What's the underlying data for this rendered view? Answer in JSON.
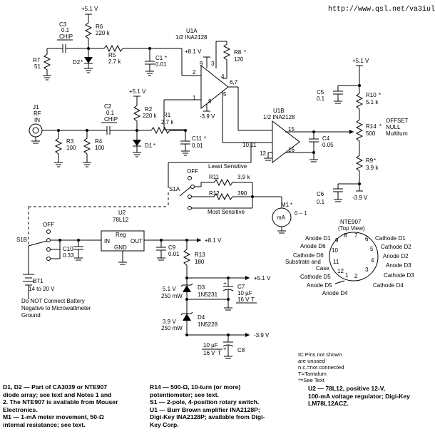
{
  "url": "http://www.qsl.net/va3iul",
  "labels": {
    "v_top": "+5.1 V",
    "r6": "R6",
    "r6v": "220 k",
    "c3": "C3",
    "c3v": "0.1",
    "c3n": "CHIP",
    "r7": "R7",
    "r7v": "51",
    "r5": "R5",
    "r5v": "2.7 k",
    "d2": "D2",
    "c1": "C1",
    "c1v": "0.01",
    "u1a": "U1A",
    "u1av": "1/2 INA2128",
    "v81": "+8.1 V",
    "r8": "R8",
    "r8v": "120",
    "p9": "9",
    "p3": "3",
    "p4": "4",
    "p2": "2",
    "p1": "1",
    "p8": "8",
    "p5": "5",
    "p67": "6,7",
    "vn39a": "-3.9 V",
    "j1": "J1",
    "j1a": "RF",
    "j1b": "IN",
    "c2": "C2",
    "c2v": "0.1",
    "c2n": "CHIP",
    "v51b": "+5.1 V",
    "r2": "R2",
    "r2v": "220 k",
    "r1": "R1",
    "r1v": "2.7 k",
    "r3": "R3",
    "r3v": "100",
    "r4": "R4",
    "r4v": "100",
    "d1": "D1",
    "c11": "C11",
    "c11v": "0.01",
    "u1b": "U1B",
    "u1bv": "1/2 INA2128",
    "p1011": "10,11",
    "p12": "12",
    "p15": "15",
    "p16": "16",
    "c4": "C4",
    "c4v": "0.05",
    "v51c": "+5.1 V",
    "c5": "C5",
    "c5v": "0.1",
    "r10": "R10",
    "r10v": "5.1 k",
    "r14": "R14",
    "r14v": "500",
    "offset1": "OFFSET",
    "offset2": "NULL",
    "offset3": "Multiturn",
    "r9": "R9",
    "r9v": "3.9 k",
    "c6": "C6",
    "c6v": "0.1",
    "vn39b": "-3.9 V",
    "off1": "OFF",
    "least": "Least Sensitive",
    "r11": "R11",
    "r11v": "3.9 k",
    "r12": "R12",
    "r12v": "390",
    "most": "Most Sensitive",
    "s1a": "S1A",
    "m1": "M1",
    "m1v": "0 – 1",
    "ma": "mA",
    "nte": "NTE907",
    "top": "(Top View)",
    "pins": {
      "anodeD1": "Anode D1",
      "cathodeD1": "Cathode D1",
      "anodeD6": "Anode D6",
      "cathodeD2": "Cathode D2",
      "cathodeD6a": "Cathode D6",
      "cathodeD6b": "Substrate and",
      "cathodeD6c": "Case",
      "anodeD2": "Anode D2",
      "anodeD3": "Anode D3",
      "cathodeD5": "Cathode D5",
      "cathodeD3": "Cathode D3",
      "anodeD5": "Anode D5",
      "anodeD4": "Anode D4",
      "cathodeD4": "Cathode D4",
      "n1": "1",
      "n2": "2",
      "n3": "3",
      "n4": "4",
      "n5": "5",
      "n6": "6",
      "n7": "7",
      "n8": "8",
      "n9": "9",
      "n10": "10",
      "n11": "11",
      "n12": "12"
    },
    "u2": "U2",
    "u2v": "78L12",
    "reg": "Reg",
    "in": "IN",
    "out": "OUT",
    "gnd": "GND",
    "off2": "OFF",
    "s1b": "S1B",
    "v81b": "+8.1 V",
    "c10": "C10",
    "c10v": "0.33",
    "c9": "C9",
    "c9v": "0.01",
    "r13": "R13",
    "r13v": "180",
    "bt1": "BT1",
    "bt1v": "14 to 20 V",
    "warn1": "Do NOT Connect Battery",
    "warn2": "Negative to Microwattmeter",
    "warn3": "Ground",
    "v51d": "+5.1 V",
    "d3": "D3",
    "d3v": "1N5231",
    "z1a": "5.1 V",
    "z1b": "250 mW",
    "c7": "C7",
    "c7v": "10 µF",
    "c7r": "16 V",
    "d4": "D4",
    "d4v": "1N5228",
    "z2a": "3.9 V",
    "z2b": "250 mW",
    "vn39c": "-3.9 V",
    "c8": "C8",
    "c8v": "10 µF",
    "c8r": "16 V",
    "tt": "T",
    "tt2": "T",
    "star": "*"
  },
  "legend": [
    "IC Pins not shown",
    "are unused",
    "n.c.=not connected",
    "T=Tantalum",
    "*=See Text"
  ],
  "notes_left": [
    "D1, D2 — Part of CA3039 or NTE907",
    "diode array; see text and Notes 1 and",
    "2. The NTE907 is available from Mouser",
    "Electronics.",
    "M1 — 1-mA meter movement, 50-Ω",
    "internal resistance; see text."
  ],
  "notes_mid": [
    "R14 — 500-Ω, 10-turn (or more)",
    "potentiometer; see text.",
    "S1 — 2-pole, 4-position rotary switch.",
    "U1 — Burr Brown amplifier INA2128P;",
    "Digi-Key INA2128P; available from Digi-",
    "Key Corp."
  ],
  "notes_right": [
    "U2 — 78L12, positive 12-V,",
    "100-mA voltage regulator; Digi-Key",
    "LM78L12ACZ."
  ]
}
